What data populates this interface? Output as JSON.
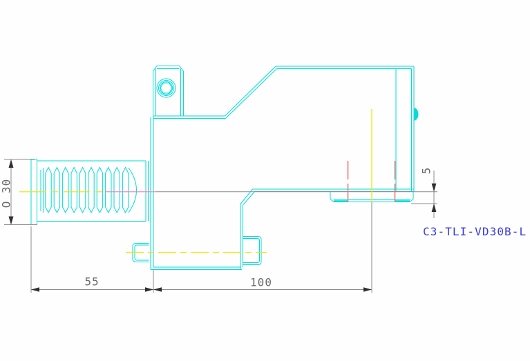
{
  "drawing": {
    "part_label": "C3-TLI-VD30B-L",
    "dimensions": {
      "diameter": "O 30",
      "shank_length": "55",
      "body_length": "100",
      "foot_height": "5"
    },
    "colors": {
      "line": "#00dcdc",
      "centerline": "#f0e400",
      "magenta": "#f07cc8",
      "hidden": "#ee7878",
      "dim": "#8c8c8c",
      "arrow": "#2f2f2f",
      "dimtext": "#6a6a6a",
      "label": "#3a3ae0"
    }
  }
}
